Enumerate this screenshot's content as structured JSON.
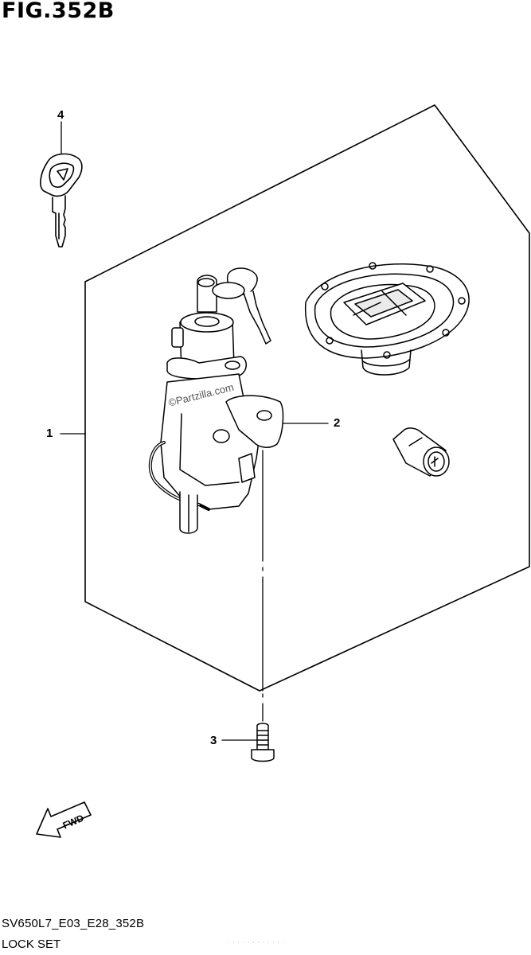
{
  "figure": {
    "title": "FIG.352B",
    "code": "SV650L7_E03_E28_352B",
    "name": "LOCK SET",
    "watermark": "©Partzilla.com",
    "footnote": "· · · · · · · · · · · ·"
  },
  "callouts": [
    {
      "id": "1",
      "label": "1"
    },
    {
      "id": "2",
      "label": "2"
    },
    {
      "id": "3",
      "label": "3"
    },
    {
      "id": "4",
      "label": "4"
    }
  ],
  "arrow": {
    "label": "FWD"
  }
}
